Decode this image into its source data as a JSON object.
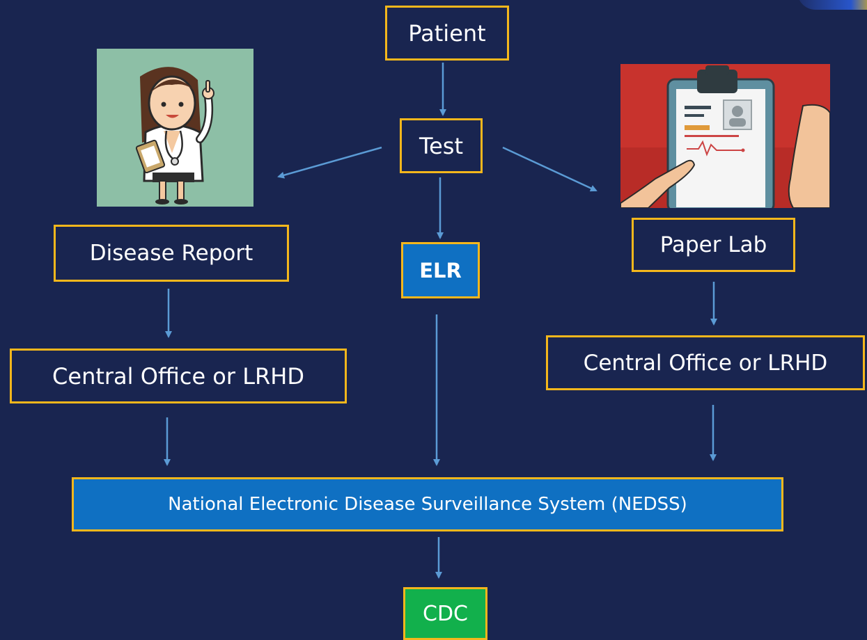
{
  "nodes": {
    "patient": "Patient",
    "test": "Test",
    "disease_report": "Disease Report",
    "elr": "ELR",
    "paper_lab": "Paper Lab",
    "central_office_left": "Central Office or LRHD",
    "central_office_right": "Central Office or LRHD",
    "nedss": "National Electronic Disease Surveillance System (NEDSS)",
    "cdc": "CDC"
  },
  "colors": {
    "background": "#192550",
    "box_border": "#f4b71c",
    "elr_fill": "#0f70c2",
    "nedss_fill": "#0f70c2",
    "cdc_fill": "#12b04c",
    "arrow": "#5b9bd5"
  },
  "illustrations": {
    "left": "doctor-illustration",
    "right": "clipboard-lab-report-illustration"
  }
}
